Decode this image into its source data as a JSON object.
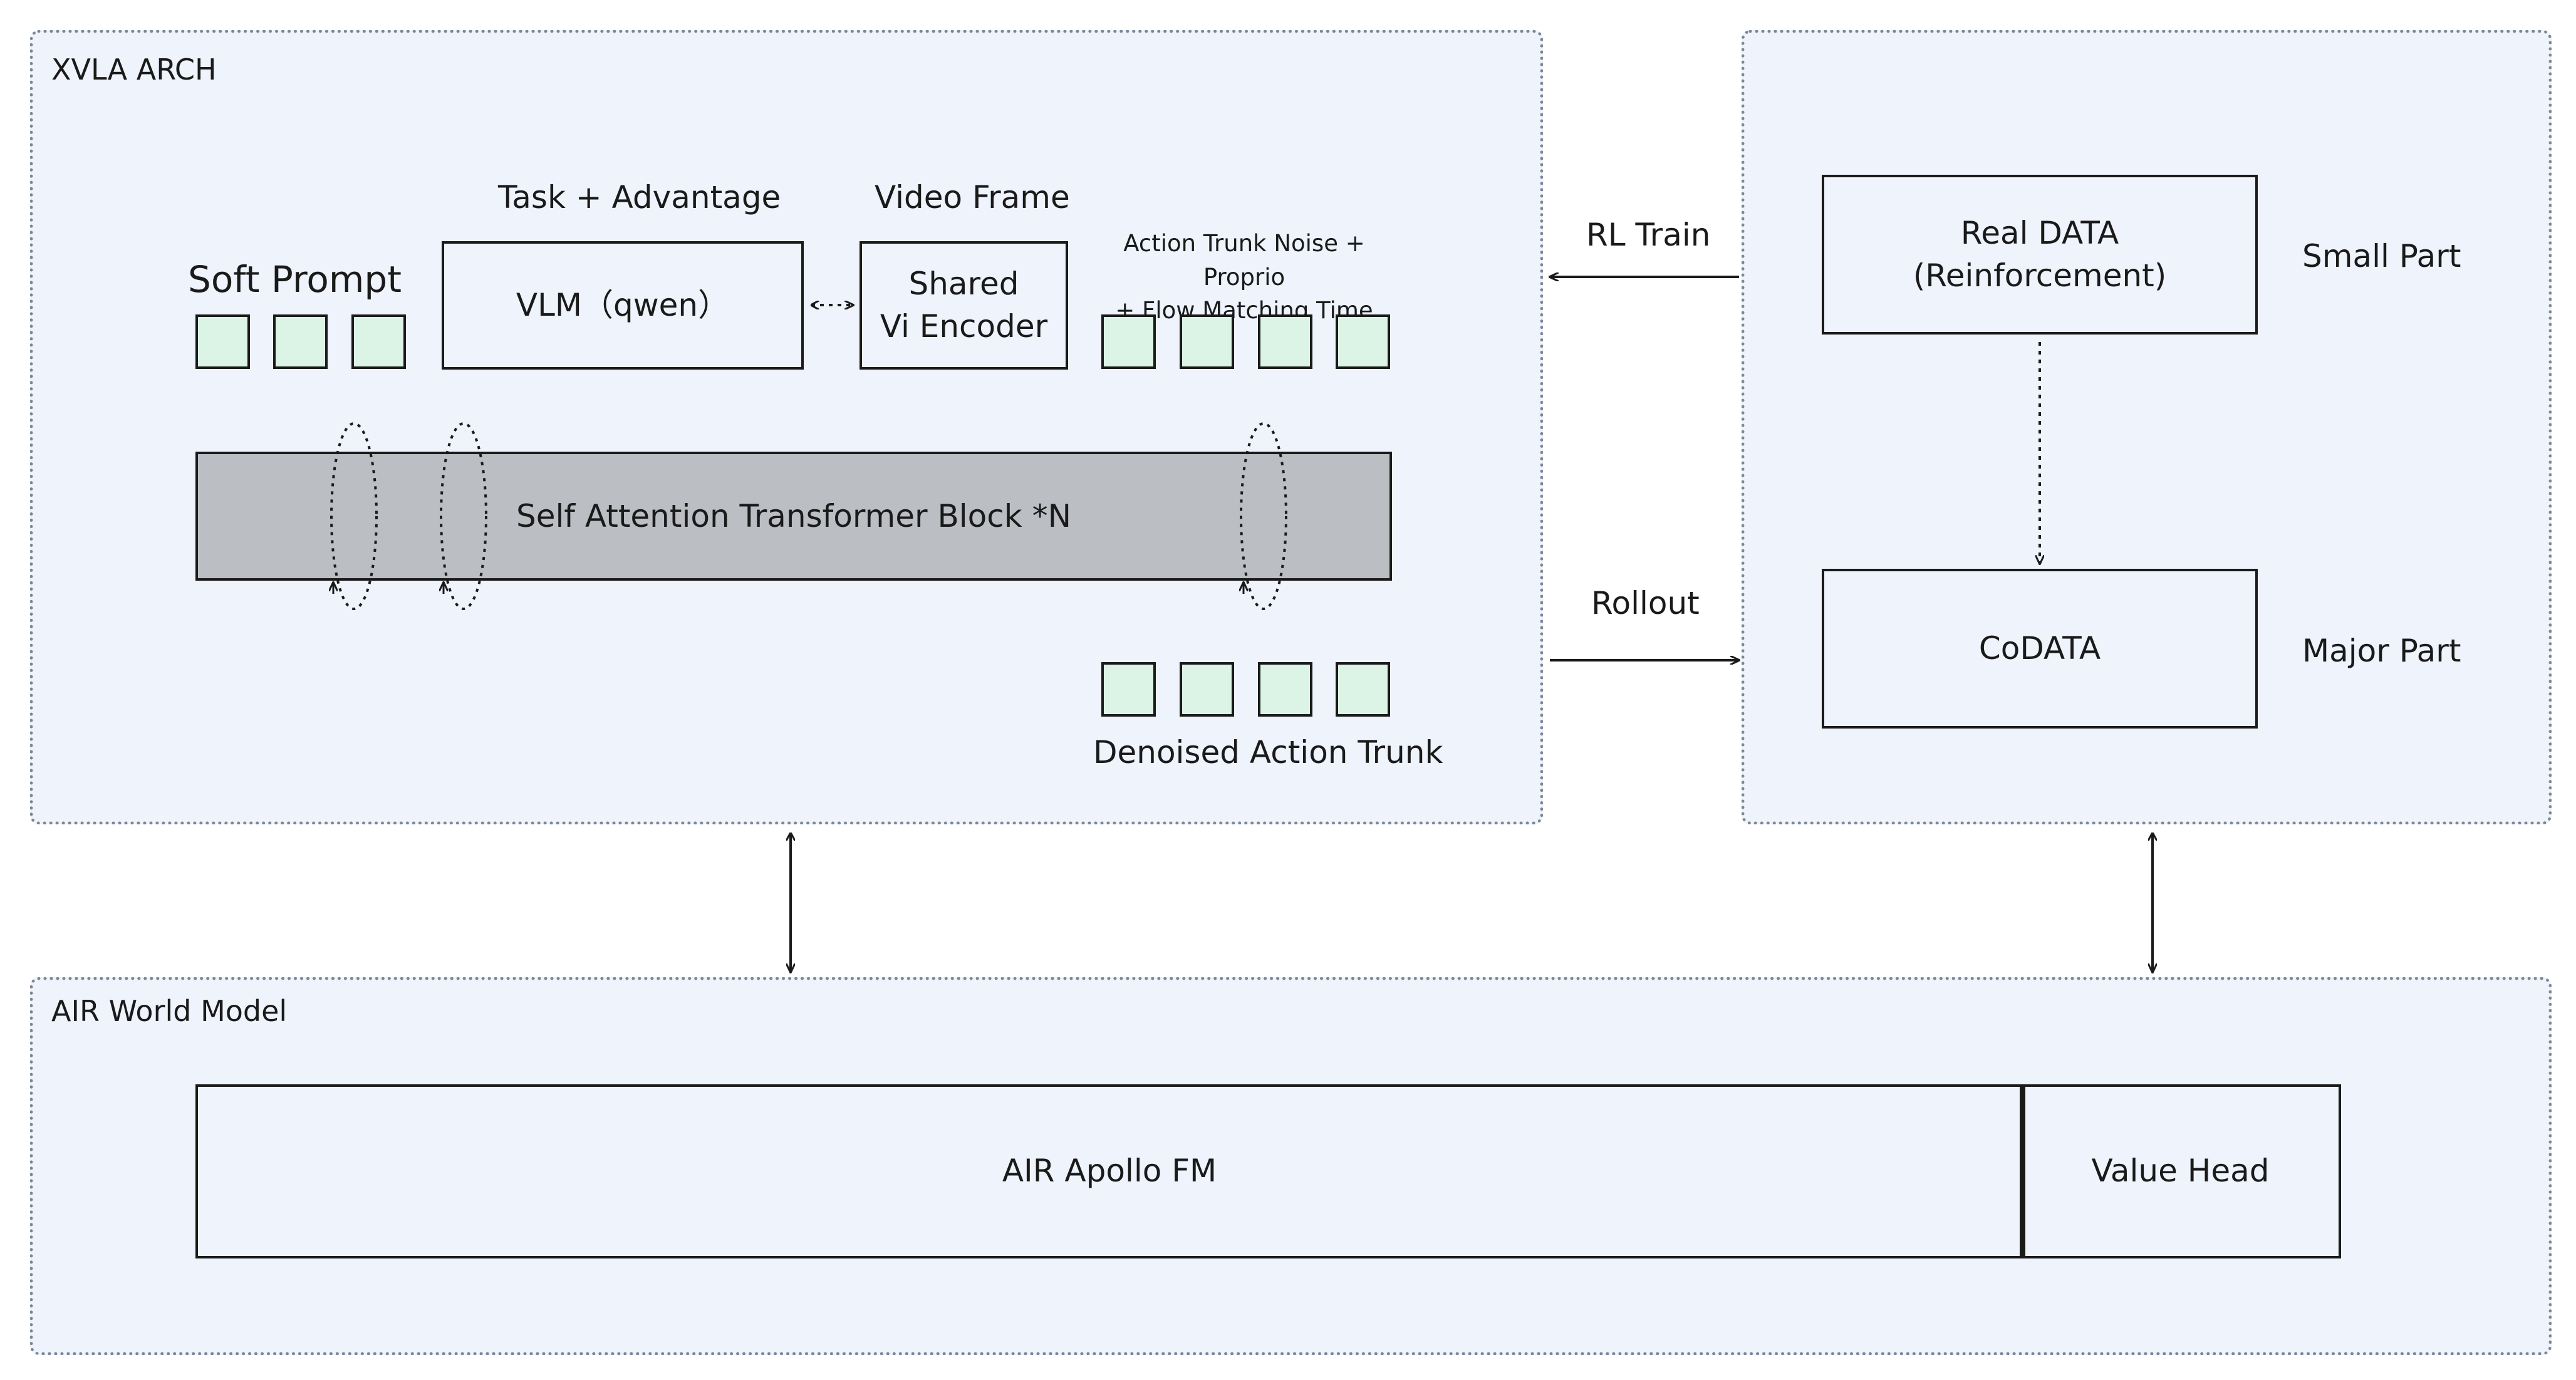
{
  "xvla": {
    "title": "XVLA ARCH",
    "soft_prompt_label": "Soft Prompt",
    "task_label": "Task + Advantage",
    "video_label": "Video Frame",
    "action_noise_label": "Action Trunk Noise + Proprio\n+ Flow Matching Time",
    "vlm_box": "VLM（qwen）",
    "encoder_box": "Shared\nVi Encoder",
    "transformer_label": "Self Attention Transformer Block *N",
    "denoised_label": "Denoised Action Trunk"
  },
  "edges": {
    "rl_train": "RL Train",
    "rollout": "Rollout"
  },
  "data_panel": {
    "real_data_box": "Real DATA\n(Reinforcement)",
    "codata_box": "CoDATA",
    "small_part_label": "Small Part",
    "major_part_label": "Major Part"
  },
  "world_model": {
    "title": "AIR World Model",
    "apollo_box": "AIR Apollo FM",
    "value_head_box": "Value Head"
  },
  "colors": {
    "panel_bg": "#eef3fc",
    "token_fill": "#dcf4e5",
    "transformer_fill": "#bbbec3"
  }
}
